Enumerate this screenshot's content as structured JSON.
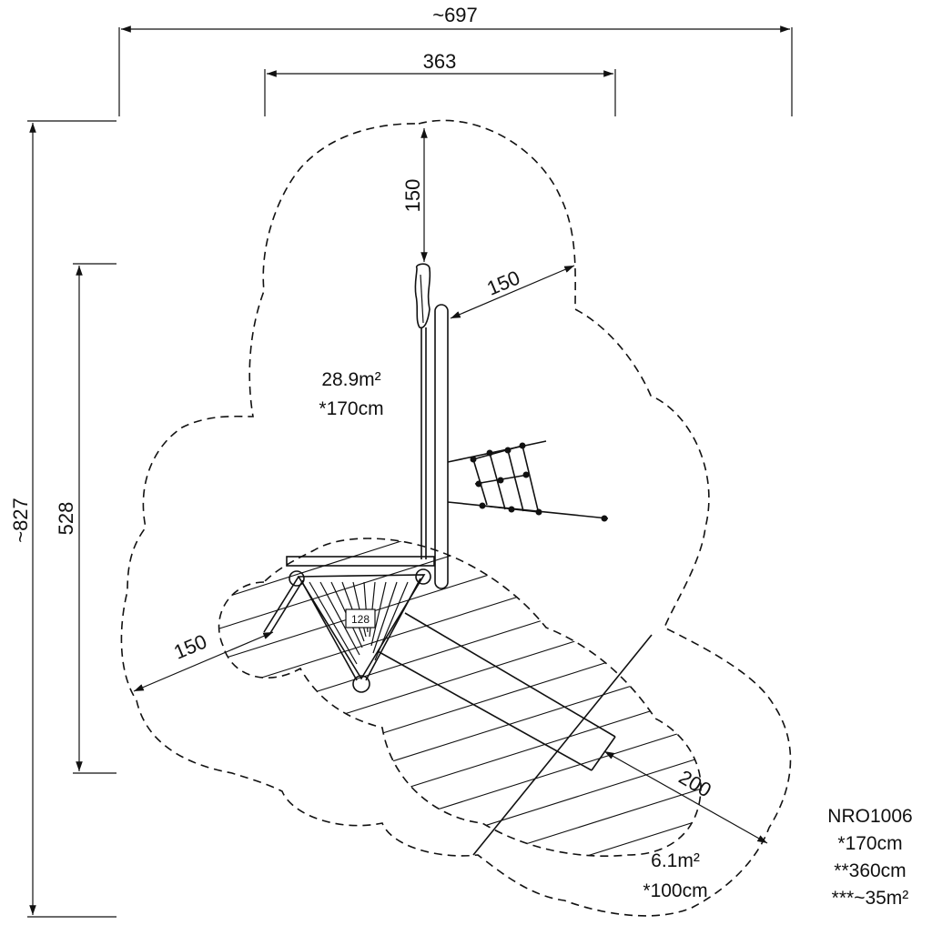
{
  "dimensions": {
    "overall_width": "~697",
    "inner_width": "363",
    "overall_height": "~827",
    "inner_height": "528",
    "top_clearance": "150",
    "post_clearance": "150",
    "left_clearance": "150",
    "slide_clearance": "200"
  },
  "zones": {
    "main": {
      "area": "28.9m²",
      "fall_height": "*170cm"
    },
    "slide": {
      "area": "6.1m²",
      "fall_height": "*100cm"
    }
  },
  "product": {
    "code": "NRO1006",
    "free_fall_height": "*170cm",
    "height": "**360cm",
    "impact_area": "***~35m²"
  },
  "platform_label": "128"
}
